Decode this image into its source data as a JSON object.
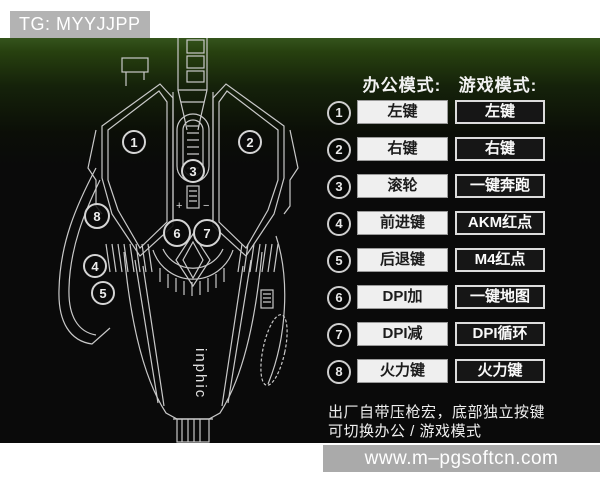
{
  "badge": {
    "text": "TG: MYYJJPP"
  },
  "watermark": {
    "text": "www.m–pgsoftcn.com"
  },
  "table": {
    "headers": {
      "office": "办公模式:",
      "game": "游戏模式:"
    },
    "rows": [
      {
        "num": "1",
        "office": "左键",
        "game": "左键"
      },
      {
        "num": "2",
        "office": "右键",
        "game": "右键"
      },
      {
        "num": "3",
        "office": "滚轮",
        "game": "一键奔跑"
      },
      {
        "num": "4",
        "office": "前进键",
        "game": "AKM红点"
      },
      {
        "num": "5",
        "office": "后退键",
        "game": "M4红点"
      },
      {
        "num": "6",
        "office": "DPI加",
        "game": "一键地图"
      },
      {
        "num": "7",
        "office": "DPI减",
        "game": "DPI循环"
      },
      {
        "num": "8",
        "office": "火力键",
        "game": "火力键"
      }
    ]
  },
  "note": {
    "line1": "出厂自带压枪宏，底部独立按键",
    "line2": "可切换办公 / 游戏模式"
  },
  "mouse": {
    "brand": "inphic",
    "dpi_plus": "+",
    "dpi_minus": "−",
    "callouts": [
      "1",
      "2",
      "3",
      "4",
      "5",
      "6",
      "7",
      "8"
    ]
  },
  "colors": {
    "image_bg": "#0a0a0a",
    "top_green": "#35541c",
    "badge_bg": "#b3b3b3",
    "watermark_bg": "#aaaaaa",
    "office_box_bg": "#efefef",
    "game_box_bg": "#161616",
    "line_color": "#c9c9c9"
  }
}
